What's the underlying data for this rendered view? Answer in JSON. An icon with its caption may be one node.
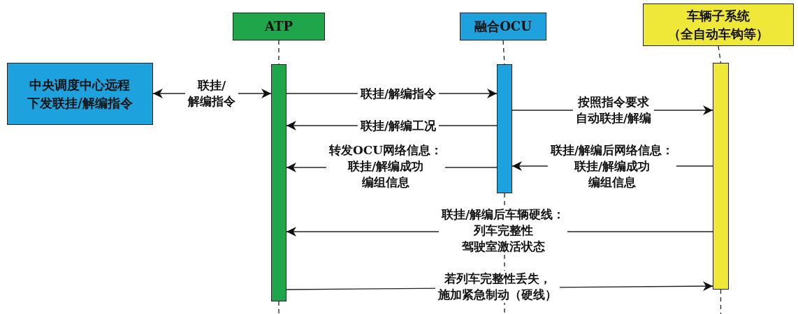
{
  "diagram": {
    "nodes": [
      {
        "text": [
          "ATP"
        ]
      },
      {
        "text": [
          "融合OCU"
        ]
      },
      {
        "text": [
          "车辆子系统（全自动车钩等）"
        ]
      },
      {
        "text": [
          "中央调度中心远程下发联挂/解编指令"
        ]
      },
      {
        "text": [],
        "shape": "bar"
      },
      {
        "text": [],
        "shape": "bar"
      },
      {
        "text": [],
        "shape": "bar"
      }
    ],
    "edges": [
      {
        "from": 0,
        "to": 4,
        "arrow": "none",
        "style": "dashed"
      },
      {
        "from": 1,
        "to": 5,
        "arrow": "none",
        "style": "dashed"
      },
      {
        "from": 2,
        "to": 6,
        "arrow": "none",
        "style": "dashed"
      },
      {
        "from": 4,
        "to": 3,
        "arrow": "both",
        "label": "联挂/解编指令"
      },
      {
        "from": 4,
        "to": 5,
        "arrow": "to",
        "label": "联挂/解编指令"
      },
      {
        "from": 5,
        "to": 4,
        "arrow": "to",
        "label": "联挂/解编工况"
      },
      {
        "from": 5,
        "to": 6,
        "arrow": "to",
        "label": "按照指令要求自动联挂/解编"
      },
      {
        "from": 5,
        "to": 4,
        "arrow": "to",
        "label": "转发OCU网络信息：联挂/解编成功编组信息"
      },
      {
        "from": 6,
        "to": 5,
        "arrow": "to",
        "label": "联挂/解编后网络信息：联挂/解编成功编组信息"
      },
      {
        "from": 6,
        "to": 4,
        "arrow": "to",
        "label": "联挂/解编后车辆硬线：列车完整性驾驶室激活状态"
      },
      {
        "from": 4,
        "to": 6,
        "arrow": "to",
        "label": "若列车完整性丢失，施加紧急制动（硬线）"
      }
    ]
  }
}
